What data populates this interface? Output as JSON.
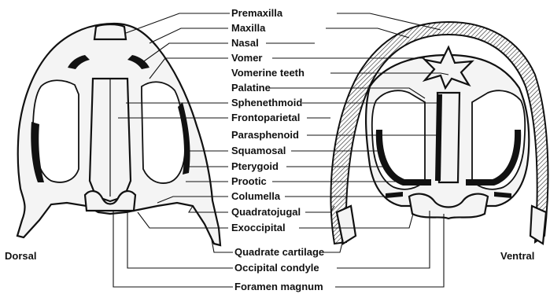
{
  "figure": {
    "labels": [
      "Premaxilla",
      "Maxilla",
      "Nasal",
      "Vomer",
      "Vomerine teeth",
      "Palatine",
      "Sphenethmoid",
      "Frontoparietal",
      "Parasphenoid",
      "Squamosal",
      "Pterygoid",
      "Prootic",
      "Columella",
      "Quadratojugal",
      "Exoccipital",
      "Quadrate cartilage",
      "Occipital condyle",
      "Foramen magnum"
    ],
    "views": {
      "left": "Dorsal",
      "right": "Ventral"
    }
  }
}
